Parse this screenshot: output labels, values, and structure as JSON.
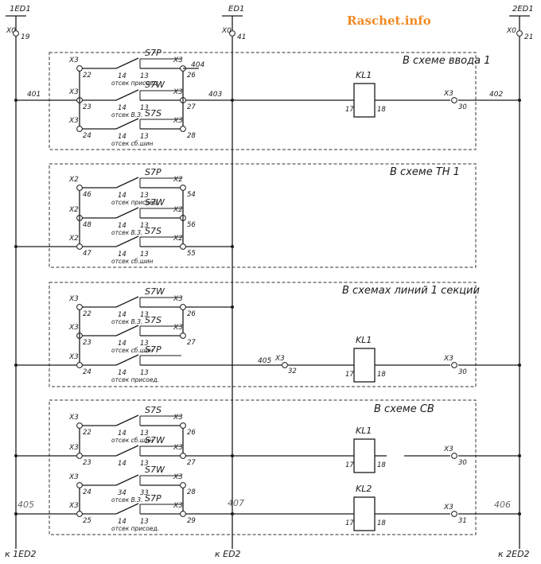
{
  "watermark": "Raschet.info",
  "buses": {
    "left": {
      "name": "1ED1",
      "terminal": "X0",
      "num": "19",
      "bottom": "к 1ED2",
      "wire": "405"
    },
    "middle": {
      "name": "ED1",
      "terminal": "X0",
      "num": "41",
      "bottom": "к ED2",
      "wire": "407"
    },
    "right": {
      "name": "2ED1",
      "terminal": "X0",
      "num": "21",
      "bottom": "к 2ED2",
      "wire": "406"
    }
  },
  "blocks": [
    {
      "title": "В схеме ввода 1",
      "contacts": [
        {
          "sw": "S7P",
          "sub": "отсек присоед.",
          "left_term": "X3",
          "left_num": "22",
          "c1": "14",
          "c2": "13",
          "right_term": "X3",
          "right_num": "26"
        },
        {
          "sw": "S7W",
          "sub": "отсек В.З.",
          "left_term": "X3",
          "left_num": "23",
          "c1": "14",
          "c2": "13",
          "right_term": "X3",
          "right_num": "27"
        },
        {
          "sw": "S7S",
          "sub": "отсек сб.шин",
          "left_term": "X3",
          "left_num": "24",
          "c1": "14",
          "c2": "13",
          "right_term": "X3",
          "right_num": "28"
        }
      ],
      "wires": {
        "left": "401",
        "mid": "403",
        "right": "402",
        "top": "404"
      },
      "coils": [
        {
          "name": "KL1",
          "a": "17",
          "b": "18",
          "out_term": "X3",
          "out_num": "30"
        }
      ]
    },
    {
      "title": "В схеме ТН 1",
      "contacts": [
        {
          "sw": "S7P",
          "sub": "отсек присоед.",
          "left_term": "X2",
          "left_num": "46",
          "c1": "14",
          "c2": "13",
          "right_term": "X2",
          "right_num": "54"
        },
        {
          "sw": "S7W",
          "sub": "отсек В.З.",
          "left_term": "X2",
          "left_num": "48",
          "c1": "14",
          "c2": "13",
          "right_term": "X2",
          "right_num": "56"
        },
        {
          "sw": "S7S",
          "sub": "отсек сб.шин",
          "left_term": "X2",
          "left_num": "47",
          "c1": "14",
          "c2": "13",
          "right_term": "X2",
          "right_num": "55"
        }
      ]
    },
    {
      "title": "В схемах линий 1 секции",
      "contacts": [
        {
          "sw": "S7W",
          "sub": "отсек В.З.",
          "left_term": "X3",
          "left_num": "22",
          "c1": "14",
          "c2": "13",
          "right_term": "X3",
          "right_num": "26"
        },
        {
          "sw": "S7S",
          "sub": "отсек сб.шин",
          "left_term": "X3",
          "left_num": "23",
          "c1": "14",
          "c2": "13",
          "right_term": "X3",
          "right_num": "27"
        },
        {
          "sw": "S7P",
          "sub": "отсек присоед.",
          "left_term": "X3",
          "left_num": "24",
          "c1": "14",
          "c2": "13",
          "right_term": "",
          "right_num": ""
        }
      ],
      "wires": {
        "in": "405",
        "in_term": "X3",
        "in_num": "32"
      },
      "coils": [
        {
          "name": "KL1",
          "a": "17",
          "b": "18",
          "out_term": "X3",
          "out_num": "30"
        }
      ]
    },
    {
      "title": "В схеме СВ",
      "contacts": [
        {
          "sw": "S7S",
          "sub": "отсек сб.шин",
          "left_term": "X3",
          "left_num": "22",
          "c1": "14",
          "c2": "13",
          "right_term": "X3",
          "right_num": "26"
        },
        {
          "sw": "S7W",
          "sub": "",
          "left_term": "X3",
          "left_num": "23",
          "c1": "14",
          "c2": "13",
          "right_term": "X3",
          "right_num": "27"
        },
        {
          "sw": "S7W",
          "sub": "отсек В.З.",
          "left_term": "X3",
          "left_num": "24",
          "c1": "34",
          "c2": "33",
          "right_term": "X3",
          "right_num": "28"
        },
        {
          "sw": "S7P",
          "sub": "отсек присоед.",
          "left_term": "X3",
          "left_num": "25",
          "c1": "14",
          "c2": "13",
          "right_term": "X3",
          "right_num": "29"
        }
      ],
      "coils": [
        {
          "name": "KL1",
          "a": "17",
          "b": "18",
          "out_term": "X3",
          "out_num": "30"
        },
        {
          "name": "KL2",
          "a": "17",
          "b": "18",
          "out_term": "X3",
          "out_num": "31"
        }
      ]
    }
  ]
}
